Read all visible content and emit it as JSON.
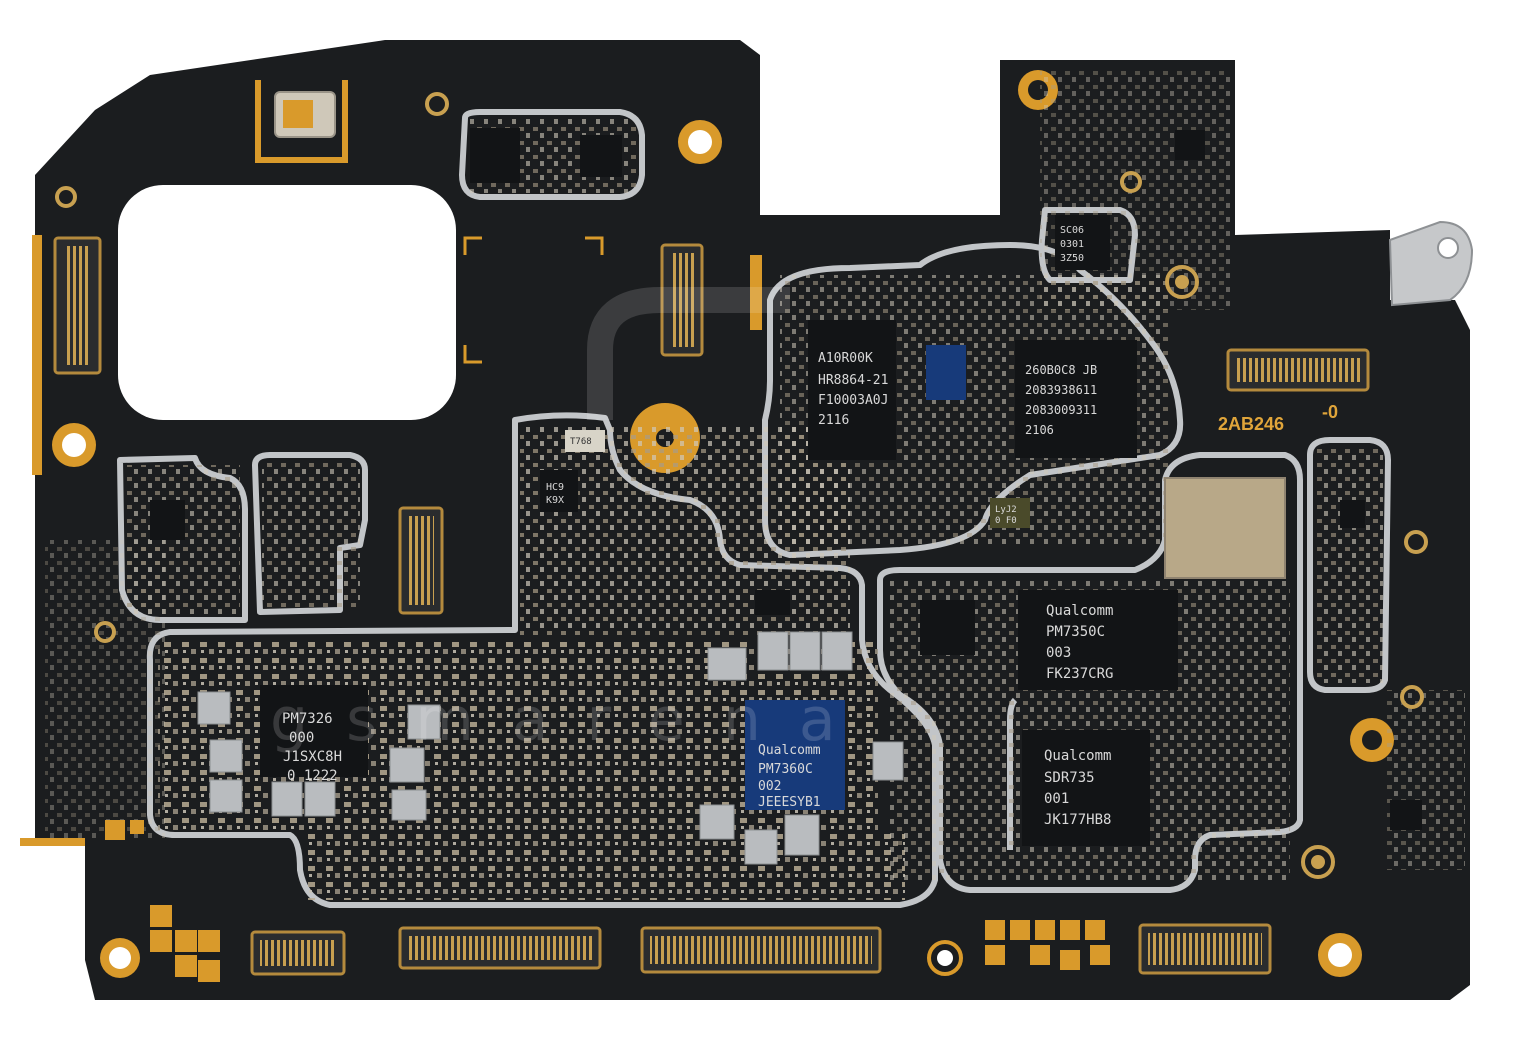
{
  "board": {
    "colors": {
      "pcb": "#1b1d1f",
      "gold": "#d99a2b",
      "shield": "#bfc2c4",
      "chip": "#121416",
      "blue_chip": "#173a7a",
      "silk": "#e0a53a"
    },
    "silkscreen": {
      "board_id": "2AB246",
      "board_rev": "-0"
    },
    "chips": [
      {
        "lines": [
          "A10R00K",
          "HR8864-21",
          "F10003A0J",
          "2116"
        ]
      },
      {
        "lines": [
          "260B0C8 JB",
          "2083938611",
          "2083009311",
          "2106"
        ]
      },
      {
        "lines": [
          "Qualcomm",
          "PM7350C",
          "003",
          "FK237CRG"
        ]
      },
      {
        "lines": [
          "PM7326",
          "000",
          "J1SXC8H",
          "0 1222"
        ]
      },
      {
        "lines": [
          "Qualcomm",
          "PM7360C",
          "002",
          "JEEESYB1"
        ]
      },
      {
        "lines": [
          "Qualcomm",
          "SDR735",
          "001",
          "JK177HB8"
        ]
      }
    ],
    "small_marks": {
      "hc9": [
        "HC9",
        "K9X"
      ],
      "lyj2": [
        "LyJ2",
        "0 F0"
      ],
      "t768": "T768",
      "sc06": [
        "SC06",
        "0301",
        "3Z50"
      ]
    },
    "watermark": "gsmarena"
  }
}
